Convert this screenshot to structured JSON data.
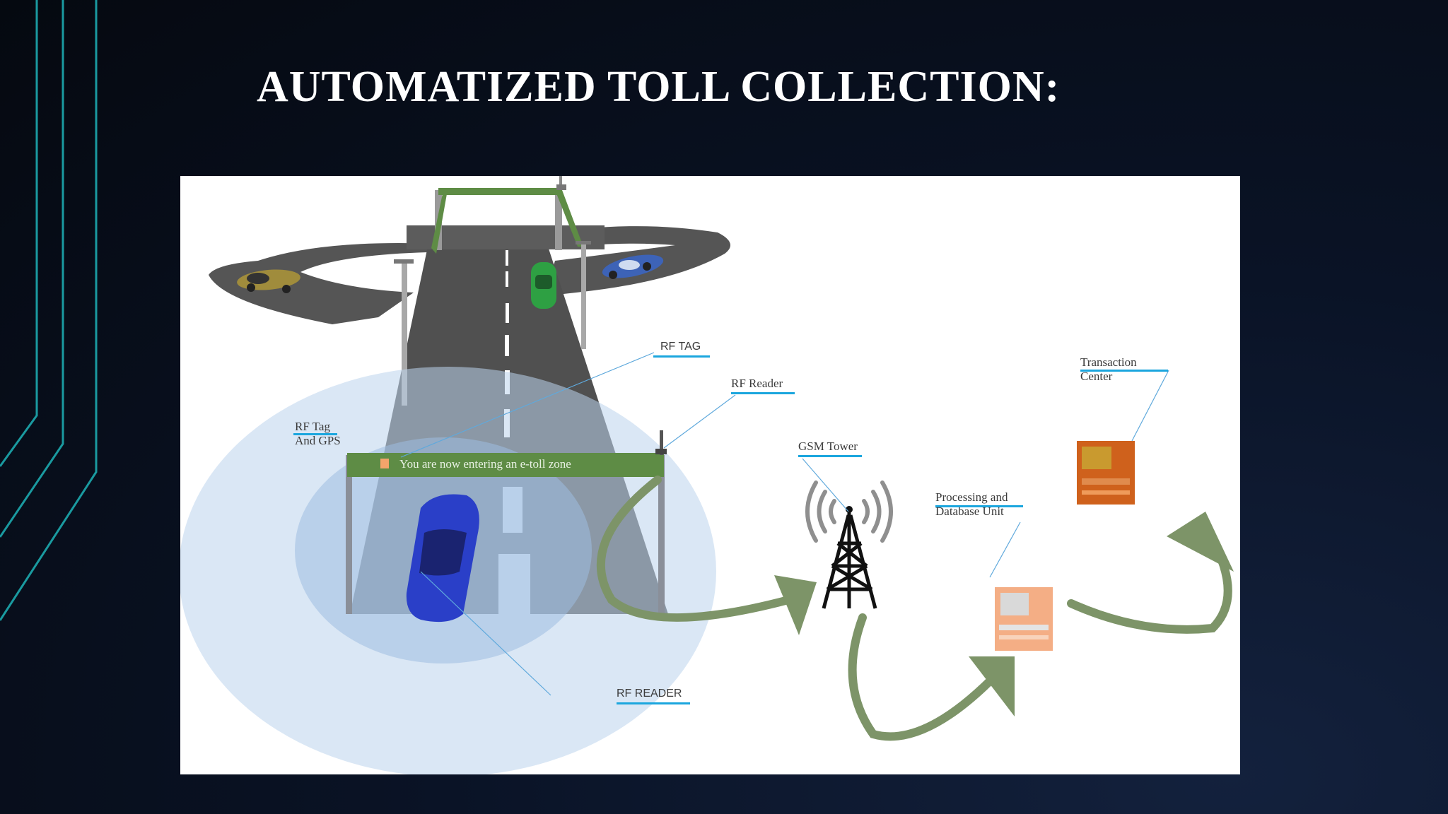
{
  "slide": {
    "title": "AUTOMATIZED TOLL COLLECTION:"
  },
  "diagram": {
    "labels": {
      "rf_tag": "RF TAG",
      "rf_reader_top": "RF Reader",
      "rf_tag_gps": "RF Tag\nAnd GPS",
      "gsm_tower": "GSM Tower",
      "processing_unit": "Processing and\nDatabase Unit",
      "transaction_center": "Transaction\nCenter",
      "rf_reader_bottom": "RF READER"
    },
    "banner_text": "You are now entering an e-toll zone",
    "colors": {
      "accent_lines": "#1a9aa0",
      "road": "#5b5b5b",
      "gantry_green": "#5e8c45",
      "arrow_green": "#7d9468",
      "signal_zone": "#b9d2ea",
      "label_underline": "#1ba6de",
      "processing_unit": "#f4ae85",
      "transaction_center": "#cf611c"
    }
  }
}
